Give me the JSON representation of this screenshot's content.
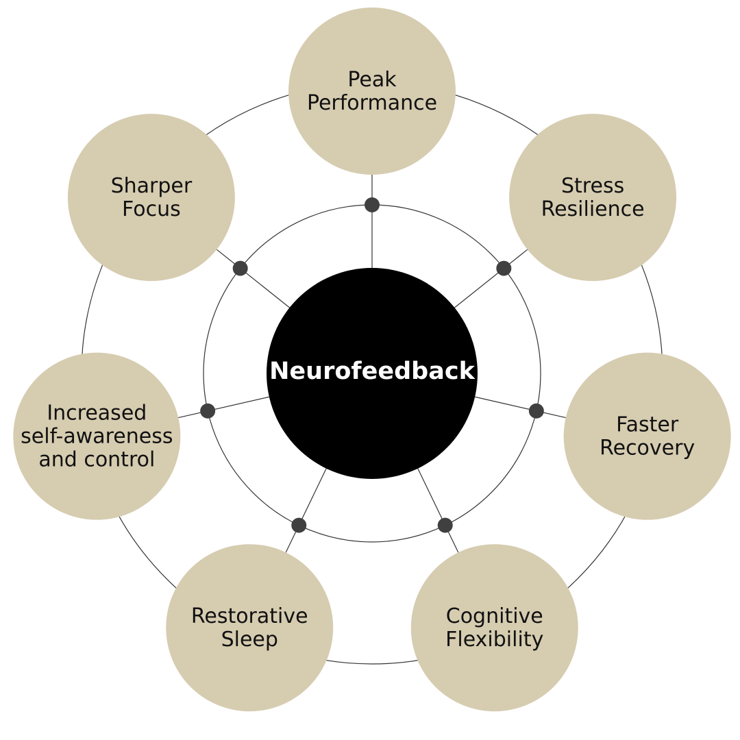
{
  "center": {
    "label": "Neurofeedback"
  },
  "colors": {
    "node_fill": "#d6ccb0",
    "center_fill": "#000000",
    "center_text": "#ffffff",
    "connector_dot": "#404040",
    "line": "#333333"
  },
  "benefits": [
    {
      "id": "peak-performance",
      "lines": [
        "Peak",
        "Performance"
      ]
    },
    {
      "id": "stress-resilience",
      "lines": [
        "Stress",
        "Resilience"
      ]
    },
    {
      "id": "faster-recovery",
      "lines": [
        "Faster",
        "Recovery"
      ]
    },
    {
      "id": "cognitive-flexibility",
      "lines": [
        "Cognitive",
        "Flexibility"
      ]
    },
    {
      "id": "restorative-sleep",
      "lines": [
        "Restorative",
        "Sleep"
      ]
    },
    {
      "id": "self-awareness",
      "lines": [
        "Increased",
        "self-awareness",
        "and control"
      ]
    },
    {
      "id": "sharper-focus",
      "lines": [
        "Sharper",
        "Focus"
      ]
    }
  ]
}
